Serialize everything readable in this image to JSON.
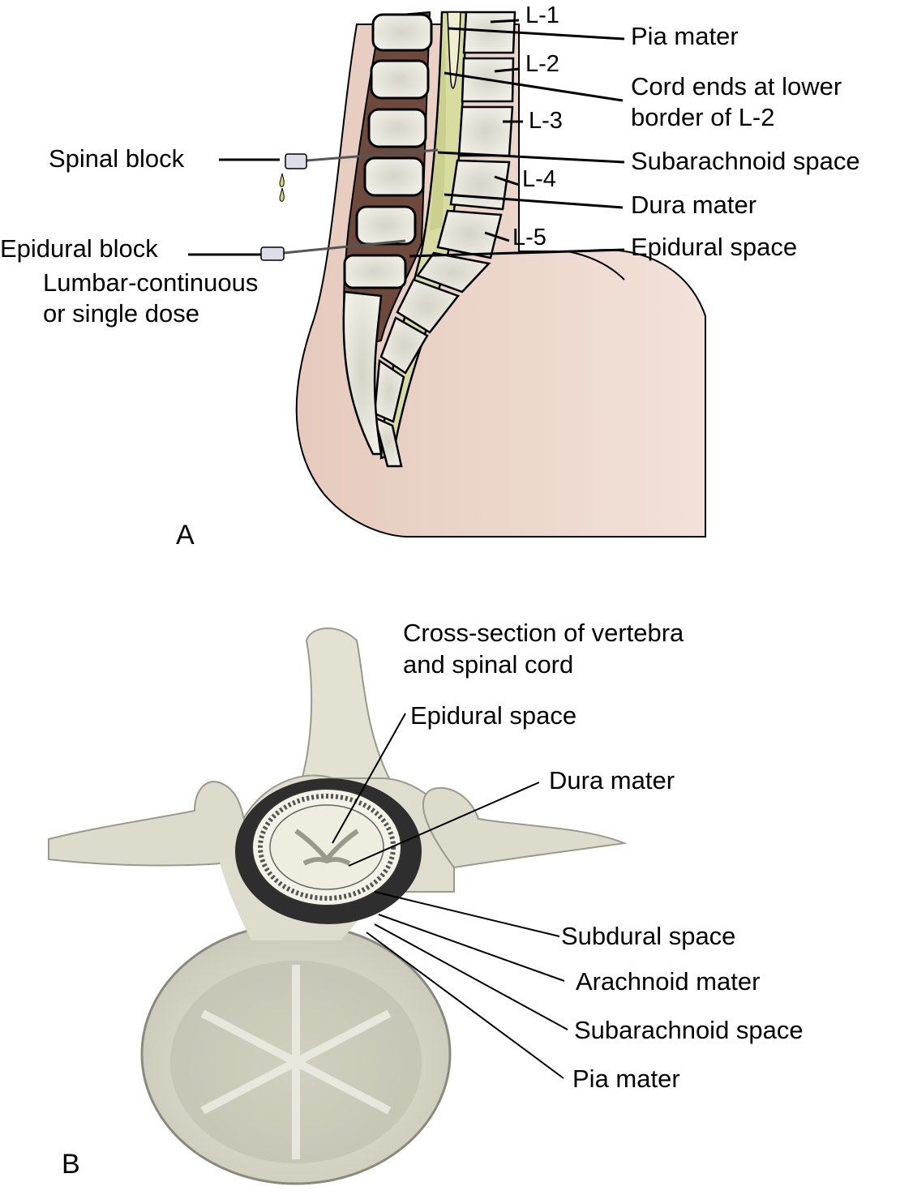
{
  "figure": {
    "panel_a": {
      "letter": "A",
      "vertebra_levels": [
        "L-1",
        "L-2",
        "L-3",
        "L-4",
        "L-5"
      ],
      "right_labels": {
        "pia_mater": "Pia mater",
        "cord_ends_line1": "Cord ends at lower",
        "cord_ends_line2": "border of L-2",
        "subarachnoid_space": "Subarachnoid space",
        "dura_mater": "Dura mater",
        "epidural_space": "Epidural space"
      },
      "left_labels": {
        "spinal_block": "Spinal block",
        "epidural_block": "Epidural block",
        "epidural_note_line1": "Lumbar-continuous",
        "epidural_note_line2": "or single dose"
      }
    },
    "panel_b": {
      "letter": "B",
      "title_line1": "Cross-section of vertebra",
      "title_line2": "and spinal cord",
      "labels": {
        "epidural_space": "Epidural space",
        "dura_mater": "Dura mater",
        "subdural_space": "Subdural space",
        "arachnoid_mater": "Arachnoid mater",
        "subarachnoid_space": "Subarachnoid space",
        "pia_mater": "Pia mater"
      }
    },
    "colors": {
      "skin": "#ead2c6",
      "muscle": "#6e4a3c",
      "bone": "#e6e4d8",
      "csf": "#d8dca0",
      "cord": "#f0efcf",
      "dura_dark": "#2e2e2e",
      "bone_gray": "#d2d1c4"
    }
  }
}
